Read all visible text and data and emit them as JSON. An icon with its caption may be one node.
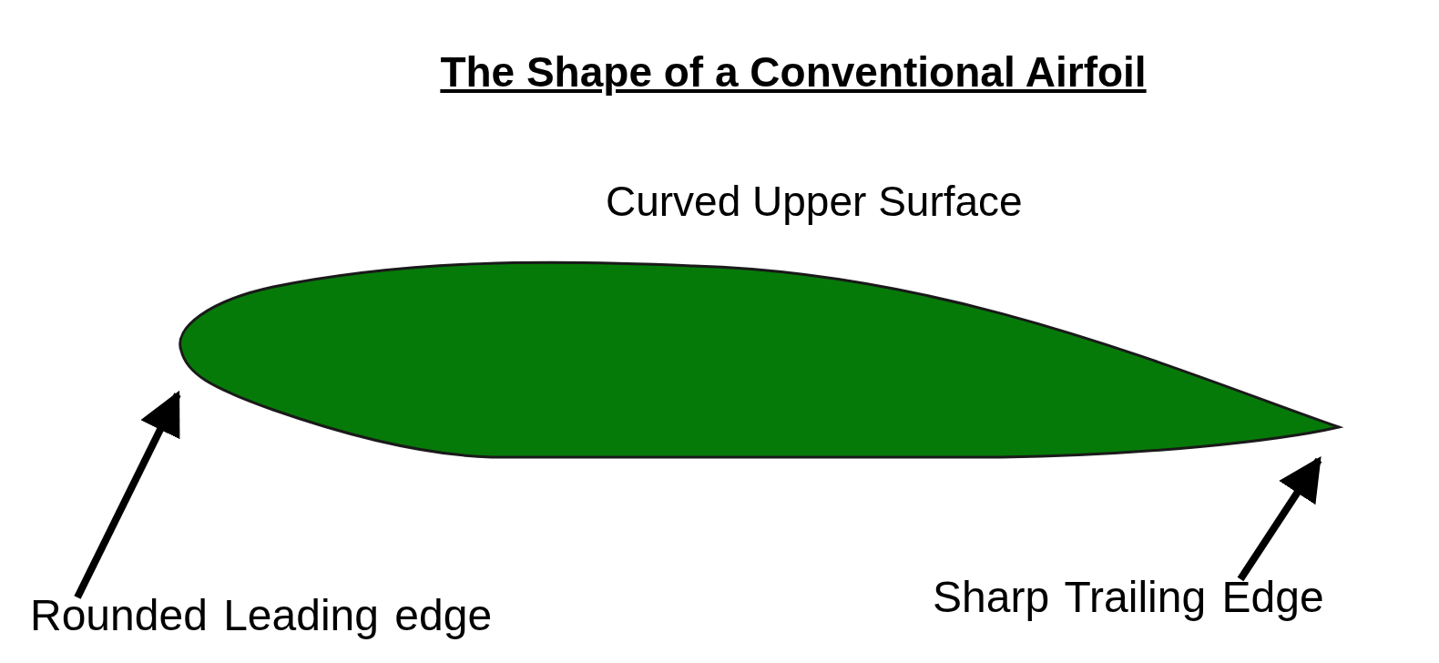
{
  "diagram": {
    "title": "The Shape of a Conventional Airfoil",
    "nodes": [
      {
        "text": [
          "Rounded Leading edge"
        ]
      },
      {
        "text": [
          "Sharp Trailing Edge"
        ]
      }
    ],
    "edges": [
      {
        "from": 0,
        "to": null,
        "arrow": "to"
      },
      {
        "from": 1,
        "to": null,
        "arrow": "to"
      }
    ],
    "labels": [
      "Curved Upper Surface"
    ]
  }
}
